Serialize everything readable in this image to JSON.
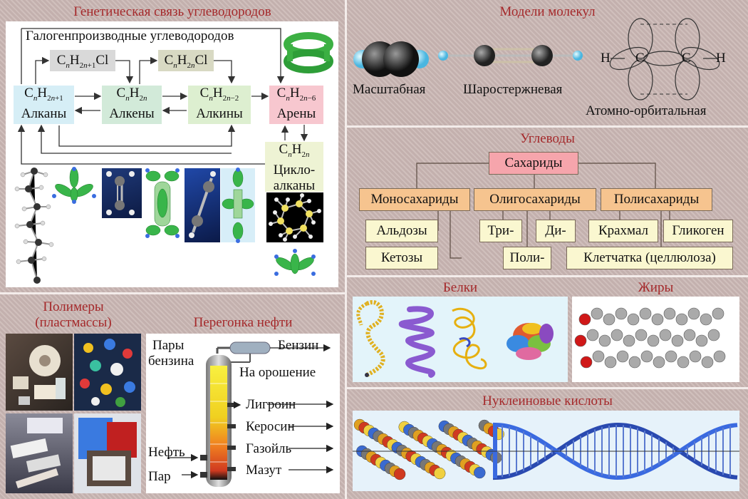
{
  "genetic": {
    "title": "Генетическая связь углеводородов",
    "haloderivatives": "Галогенпроизводные углеводородов",
    "alkanes": "Алканы",
    "alkenes": "Алкены",
    "alkynes": "Алкины",
    "arenes": "Арены",
    "cycloalkanes_1": "Цикло-",
    "cycloalkanes_2": "алканы"
  },
  "models": {
    "title": "Модели молекул",
    "scale": "Масштабная",
    "ballstick": "Шаростержневая",
    "orbital": "Атомно-орбитальная",
    "atom_h": "H",
    "atom_c": "C"
  },
  "carbs": {
    "title": "Углеводы",
    "saccharides": "Сахариды",
    "mono": "Моносахариды",
    "oligo": "Олигосахариды",
    "poly": "Полисахариды",
    "aldoses": "Альдозы",
    "ketoses": "Кетозы",
    "tri": "Три-",
    "di": "Ди-",
    "poly_short": "Поли-",
    "starch": "Крахмал",
    "glycogen": "Гликоген",
    "cellulose": "Клетчатка (целлюлоза)"
  },
  "proteins": {
    "title": "Белки"
  },
  "fats": {
    "title": "Жиры"
  },
  "polymers": {
    "title_1": "Полимеры",
    "title_2": "(пластмассы)"
  },
  "oil": {
    "title": "Перегонка нефти",
    "vapors_1": "Пары",
    "vapors_2": "бензина",
    "gasoline": "Бензин",
    "reflux": "На орошение",
    "ligroin": "Лигроин",
    "kerosene": "Керосин",
    "gasoil": "Газойль",
    "oil_in": "Нефть",
    "steam": "Пар",
    "fuel_oil": "Мазут"
  },
  "nucleic": {
    "title": "Нуклеиновые кислоты"
  }
}
